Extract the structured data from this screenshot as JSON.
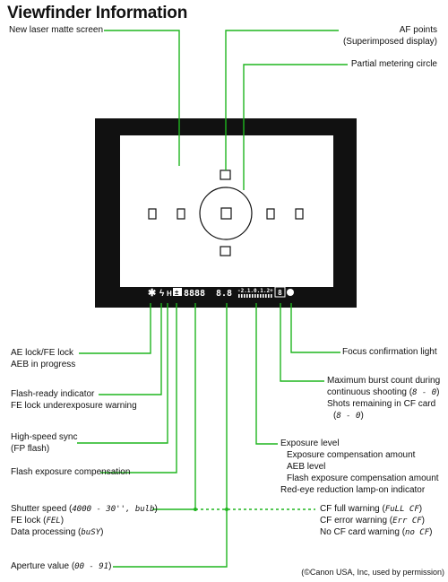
{
  "title": "Viewfinder Information",
  "colors": {
    "leader": "#1fb51f",
    "frame": "#111111"
  },
  "top_labels": {
    "matte_screen": "New laser matte screen",
    "af_points_1": "AF points",
    "af_points_2": "(Superimposed display)",
    "partial_metering": "Partial metering circle"
  },
  "left_labels": {
    "ae_lock_1": "AE lock/FE lock",
    "ae_lock_2": "AEB in progress",
    "flash_ready_1": "Flash-ready indicator",
    "flash_ready_2": "FE lock underexposure warning",
    "high_speed_1": "High-speed sync",
    "high_speed_2": "(FP flash)",
    "flash_comp": "Flash exposure compensation",
    "shutter_1_pre": "Shutter speed (",
    "shutter_1_seg": "4000 - 30'', bulb",
    "shutter_1_post": ")",
    "fe_lock_pre": "FE lock (",
    "fe_lock_seg": "FEL",
    "fe_lock_post": ")",
    "data_proc_pre": "Data processing (",
    "data_proc_seg": "buSY",
    "data_proc_post": ")",
    "aperture_pre": "Aperture value (",
    "aperture_seg": "00 - 91",
    "aperture_post": ")"
  },
  "right_labels": {
    "focus_confirm": "Focus confirmation light",
    "max_burst_1": "Maximum burst count during",
    "max_burst_2_pre": "continuous shooting  (",
    "max_burst_2_seg": "8 - 0",
    "max_burst_2_post": ")",
    "max_burst_3": "Shots remaining in CF card",
    "max_burst_4_pre": "(",
    "max_burst_4_seg": "8 - 0",
    "max_burst_4_post": ")",
    "exp_level": "Exposure level",
    "exp_comp": "Exposure compensation amount",
    "aeb_level": "AEB level",
    "flash_exp_comp": "Flash exposure compensation amount",
    "red_eye": "Red-eye reduction lamp-on indicator",
    "cf_full_pre": "CF full warning (",
    "cf_full_seg": "FuLL  CF",
    "cf_full_post": ")",
    "cf_error_pre": "CF error warning (",
    "cf_error_seg": "Err   CF",
    "cf_error_post": ")",
    "no_cf_pre": "No CF card warning (",
    "no_cf_seg": "no  CF",
    "no_cf_post": ")"
  },
  "credit": "(©Canon USA, Inc, used by permission)",
  "lcd": {
    "star": "✱",
    "flash": "ϟ",
    "h": "H",
    "comp": "±",
    "shutter": "8888",
    "aperture": "8.8",
    "scale": "-2.1.0.1.2+",
    "burst": "8"
  }
}
